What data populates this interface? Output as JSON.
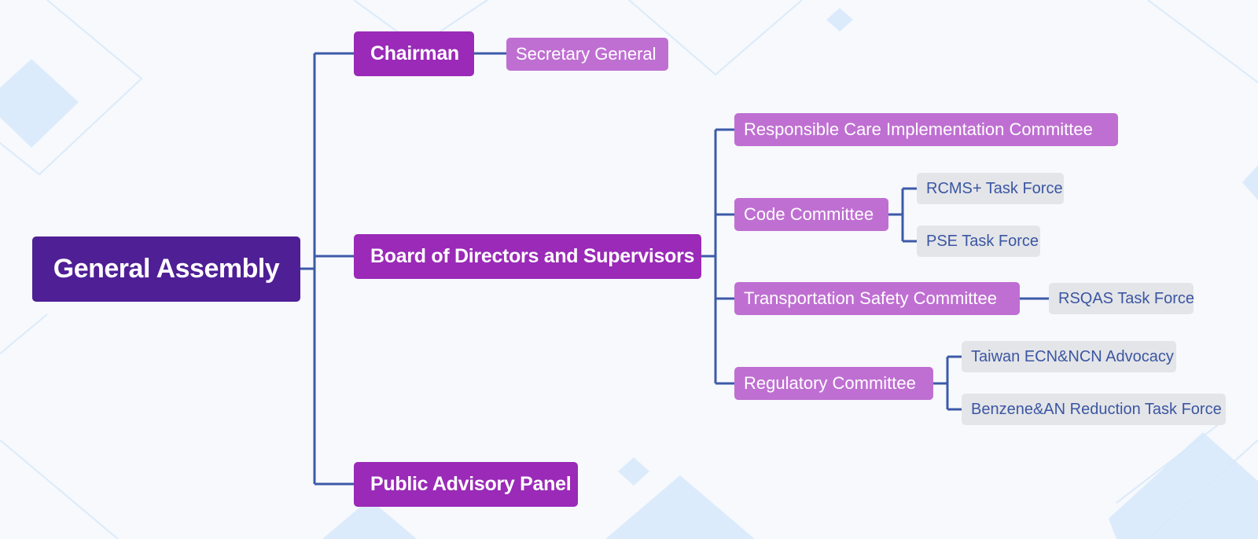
{
  "root": {
    "label": "General Assembly"
  },
  "level1": {
    "chairman": "Chairman",
    "board": "Board of Directors and Supervisors",
    "advisory": "Public Advisory Panel"
  },
  "level2": {
    "secretary": "Secretary General",
    "rc_impl": "Responsible Care Implementation Committee",
    "code": "Code Committee",
    "transport": "Transportation Safety Committee",
    "regulatory": "Regulatory Committee"
  },
  "level3": {
    "rcms": "RCMS+ Task Force",
    "pse": "PSE Task Force",
    "rsqas": "RSQAS Task Force",
    "ecn": "Taiwan ECN&NCN Advocacy",
    "benzene": "Benzene&AN Reduction Task Force"
  },
  "colors": {
    "root": "#4f1f96",
    "level1": "#9a2ab7",
    "level2": "#bf6fd2",
    "level3_bg": "#e4e5e8",
    "level3_text": "#3b56a3",
    "connector": "#3d5aa8"
  }
}
